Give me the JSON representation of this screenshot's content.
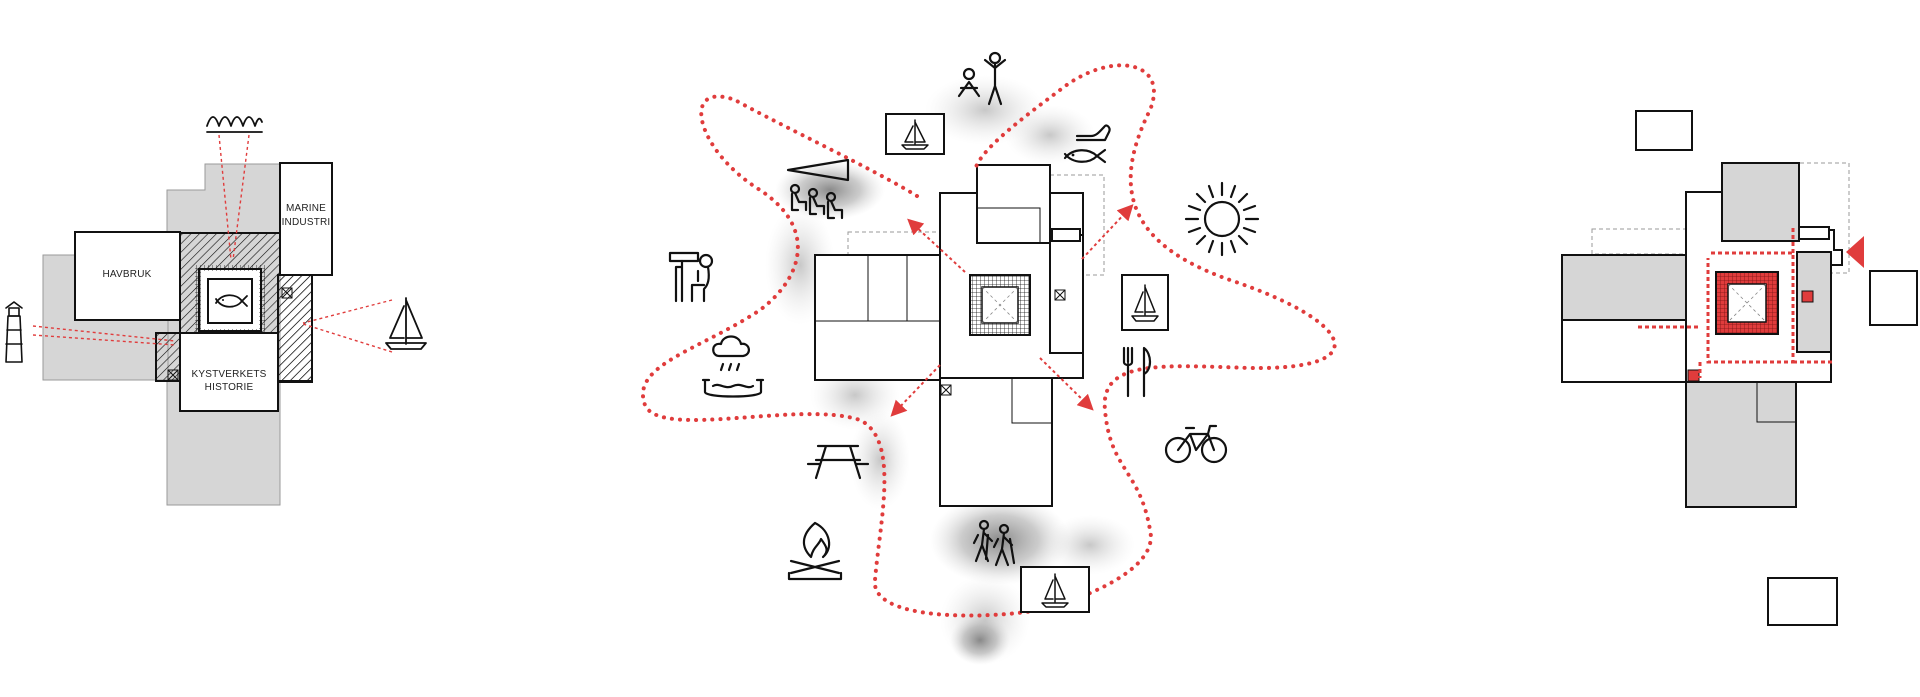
{
  "diagram_left": {
    "rooms": {
      "havbruk": "HAVBRUK",
      "marine_industri_line1": "MARINE",
      "marine_industri_line2": "INDUSTRI",
      "kystverkets_historie_line1": "KYSTVERKETS",
      "kystverkets_historie_line2": "HISTORIE"
    },
    "icons": [
      "waves-icon",
      "lighthouse-icon",
      "sailboat-icon",
      "fish-icon"
    ]
  },
  "diagram_center": {
    "icons": [
      "sailboat-icon",
      "family-icon",
      "fishing-hand-icon",
      "sun-icon",
      "audience-icon",
      "binoculars-icon",
      "rain-basin-icon",
      "picnic-table-icon",
      "campfire-icon",
      "hikers-icon",
      "cutlery-icon",
      "bicycle-icon"
    ]
  },
  "diagram_right": {
    "icons": [
      "entry-arrow-icon"
    ]
  },
  "colors": {
    "accent_red": "#e03c3c",
    "light_grey": "#d6d6d6",
    "line": "#111111"
  }
}
